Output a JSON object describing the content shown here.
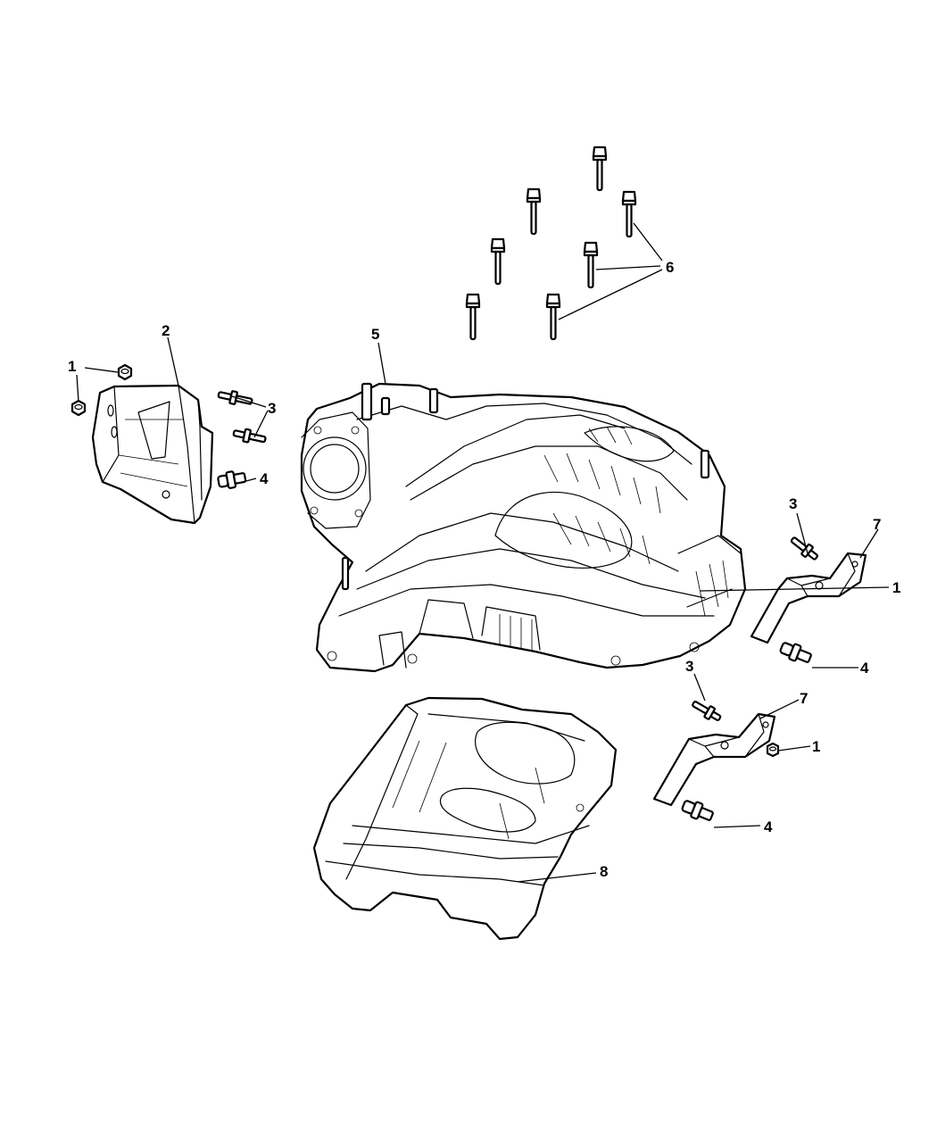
{
  "callouts": {
    "c1a": "1",
    "c2": "2",
    "c3a": "3",
    "c4a": "4",
    "c5": "5",
    "c6": "6",
    "c3b": "3",
    "c7a": "7",
    "c1b": "1",
    "c4b": "4",
    "c3c": "3",
    "c7b": "7",
    "c1c": "1",
    "c4c": "4",
    "c8": "8"
  }
}
